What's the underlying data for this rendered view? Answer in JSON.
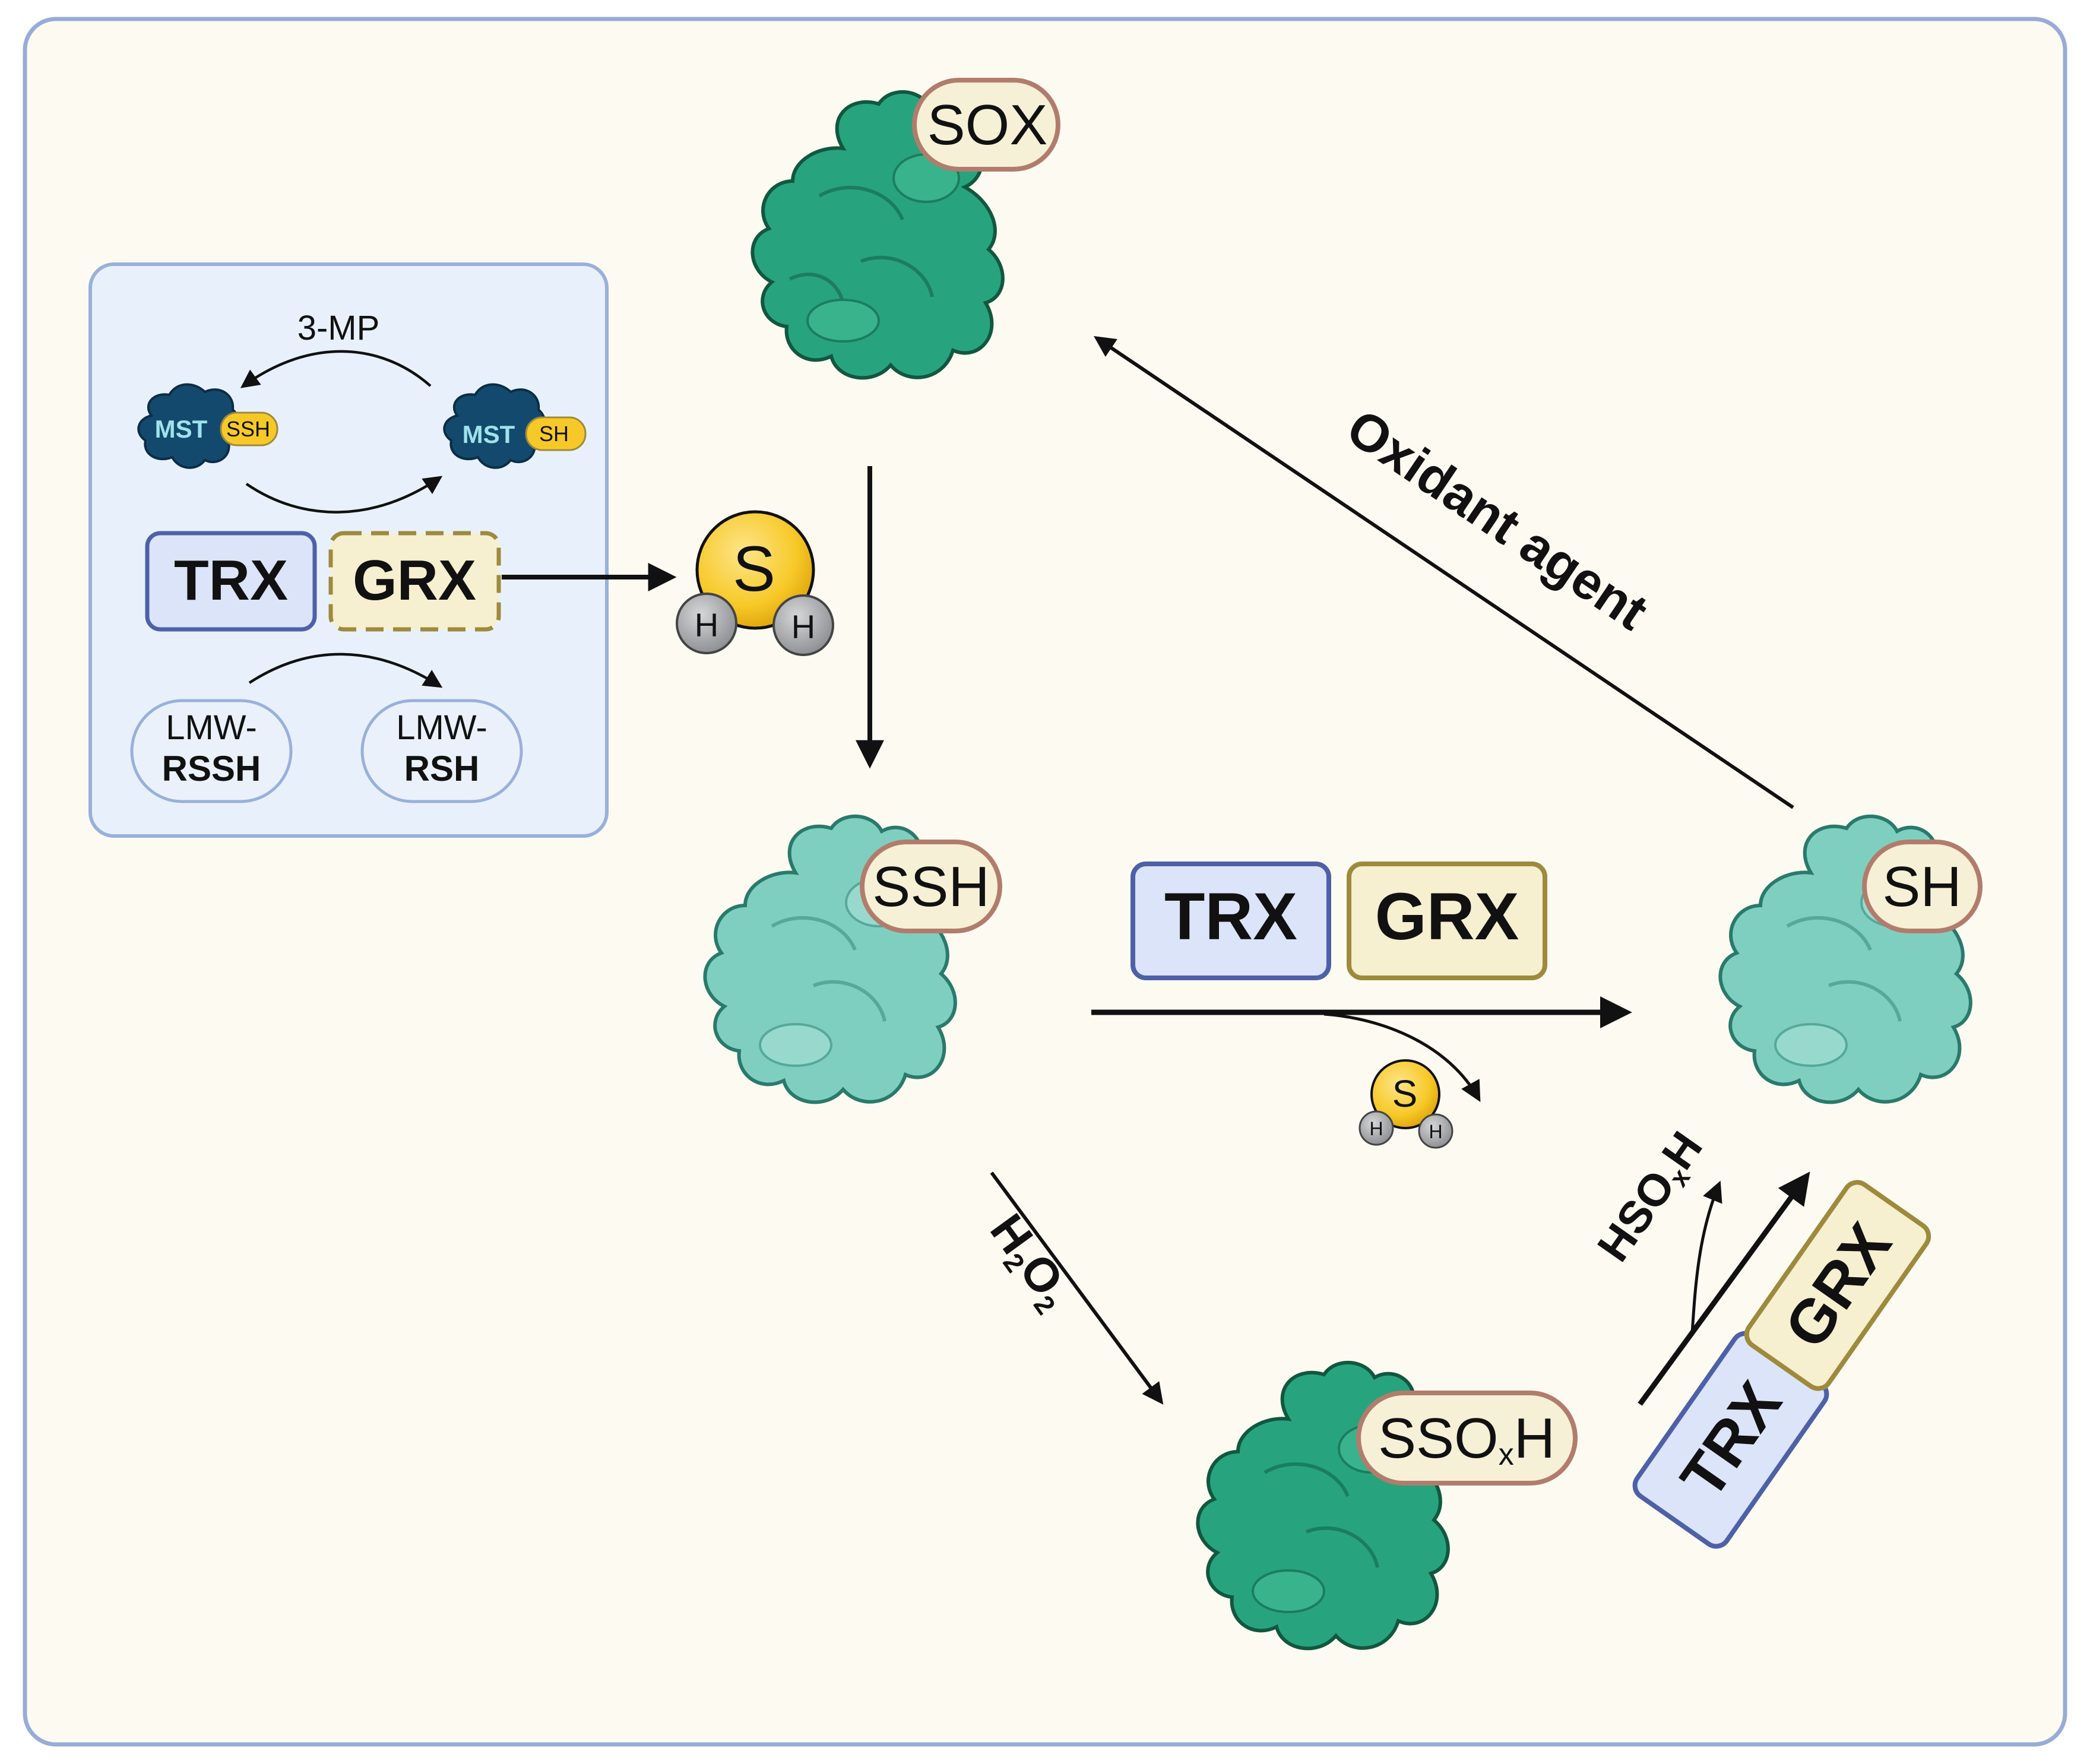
{
  "colors": {
    "background": "#fdfbf1",
    "frame": "#97acd6",
    "inset_bg": "#e8f1fb",
    "inset_border": "#98b0dc",
    "protein_dark": "#27a47d",
    "protein_dark_stroke": "#12573f",
    "protein_light": "#7fcfc0",
    "protein_light_stroke": "#2a7a6c",
    "mst": "#14496e",
    "tag_fill": "#f6f0d6",
    "tag_stroke": "#b27c6d",
    "trx_fill": "#dbe4f8",
    "trx_stroke": "#4d60a8",
    "grx_fill": "#f6efd0",
    "grx_stroke": "#9e8a3c",
    "sulfur": "#f7c928",
    "hydrogen": "#a9aaac"
  },
  "inset": {
    "top_substrate": "3-MP",
    "mst_left": {
      "label": "MST",
      "tag": "SSH"
    },
    "mst_right": {
      "label": "MST",
      "tag": "SH"
    },
    "trx": "TRX",
    "grx": "GRX",
    "lmw_left": {
      "line1": "LMW-",
      "line2": "RSSH"
    },
    "lmw_right": {
      "line1": "LMW-",
      "line2": "RSH"
    }
  },
  "h2s": {
    "s": "S",
    "h": "H"
  },
  "proteins": {
    "top": {
      "tag": "SOX"
    },
    "mid": {
      "tag": "SSH"
    },
    "right": {
      "tag": "SH"
    },
    "bottom": {
      "tag_main": "SSO",
      "tag_sub": "x",
      "tag_end": "H"
    }
  },
  "middle_enzymes": {
    "trx": "TRX",
    "grx": "GRX"
  },
  "arrows": {
    "oxidant": "Oxidant agent",
    "h2o2": {
      "a": "H",
      "sub1": "2",
      "b": "O",
      "sub2": "2"
    },
    "hsoxh": {
      "a": "HSO",
      "sub": "x",
      "b": "H"
    }
  },
  "diag_enzymes": {
    "trx": "TRX",
    "grx": "GRX"
  }
}
